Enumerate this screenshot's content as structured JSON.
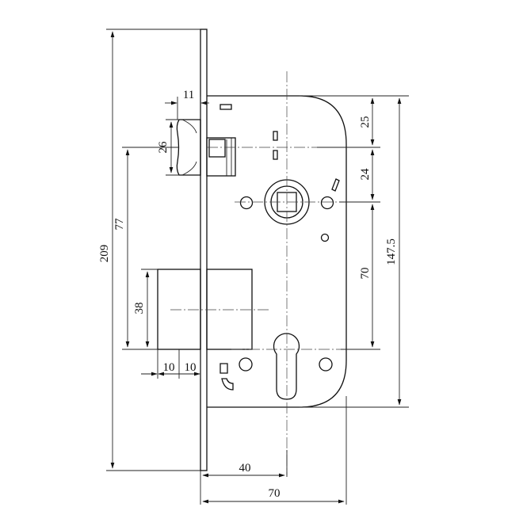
{
  "dimensions": {
    "faceplate_height": "209",
    "latch_to_cylinder": "77",
    "latch_height": "26",
    "latch_projection": "11",
    "deadbolt_height": "38",
    "deadbolt_offset_a": "10",
    "deadbolt_offset_b": "10",
    "top_to_latch": "25",
    "latch_to_handle": "24",
    "handle_to_cylinder": "70",
    "body_height": "147.5",
    "backset": "40",
    "body_depth": "70"
  }
}
